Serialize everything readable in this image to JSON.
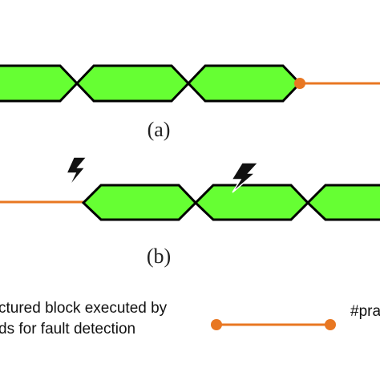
{
  "colors": {
    "block_fill": "#66ff33",
    "block_stroke": "#000000",
    "thread_line": "#e87722",
    "fault_icon": "#111111"
  },
  "panel_a": {
    "caption": "(a)",
    "blocks": 3,
    "elements": [
      "structured-block",
      "structured-block",
      "structured-block",
      "thread-line"
    ]
  },
  "panel_b": {
    "caption": "(b)",
    "blocks": 3,
    "elements": [
      "thread-line",
      "structured-block",
      "structured-block",
      "structured-block"
    ],
    "fault_icons": [
      "lightning-bolt-icon",
      "lightning-bolt-icon"
    ]
  },
  "legend": {
    "block_text_line1": "ctured block executed by",
    "block_text_line2": "ds for fault detection",
    "line_text": "#pra"
  }
}
